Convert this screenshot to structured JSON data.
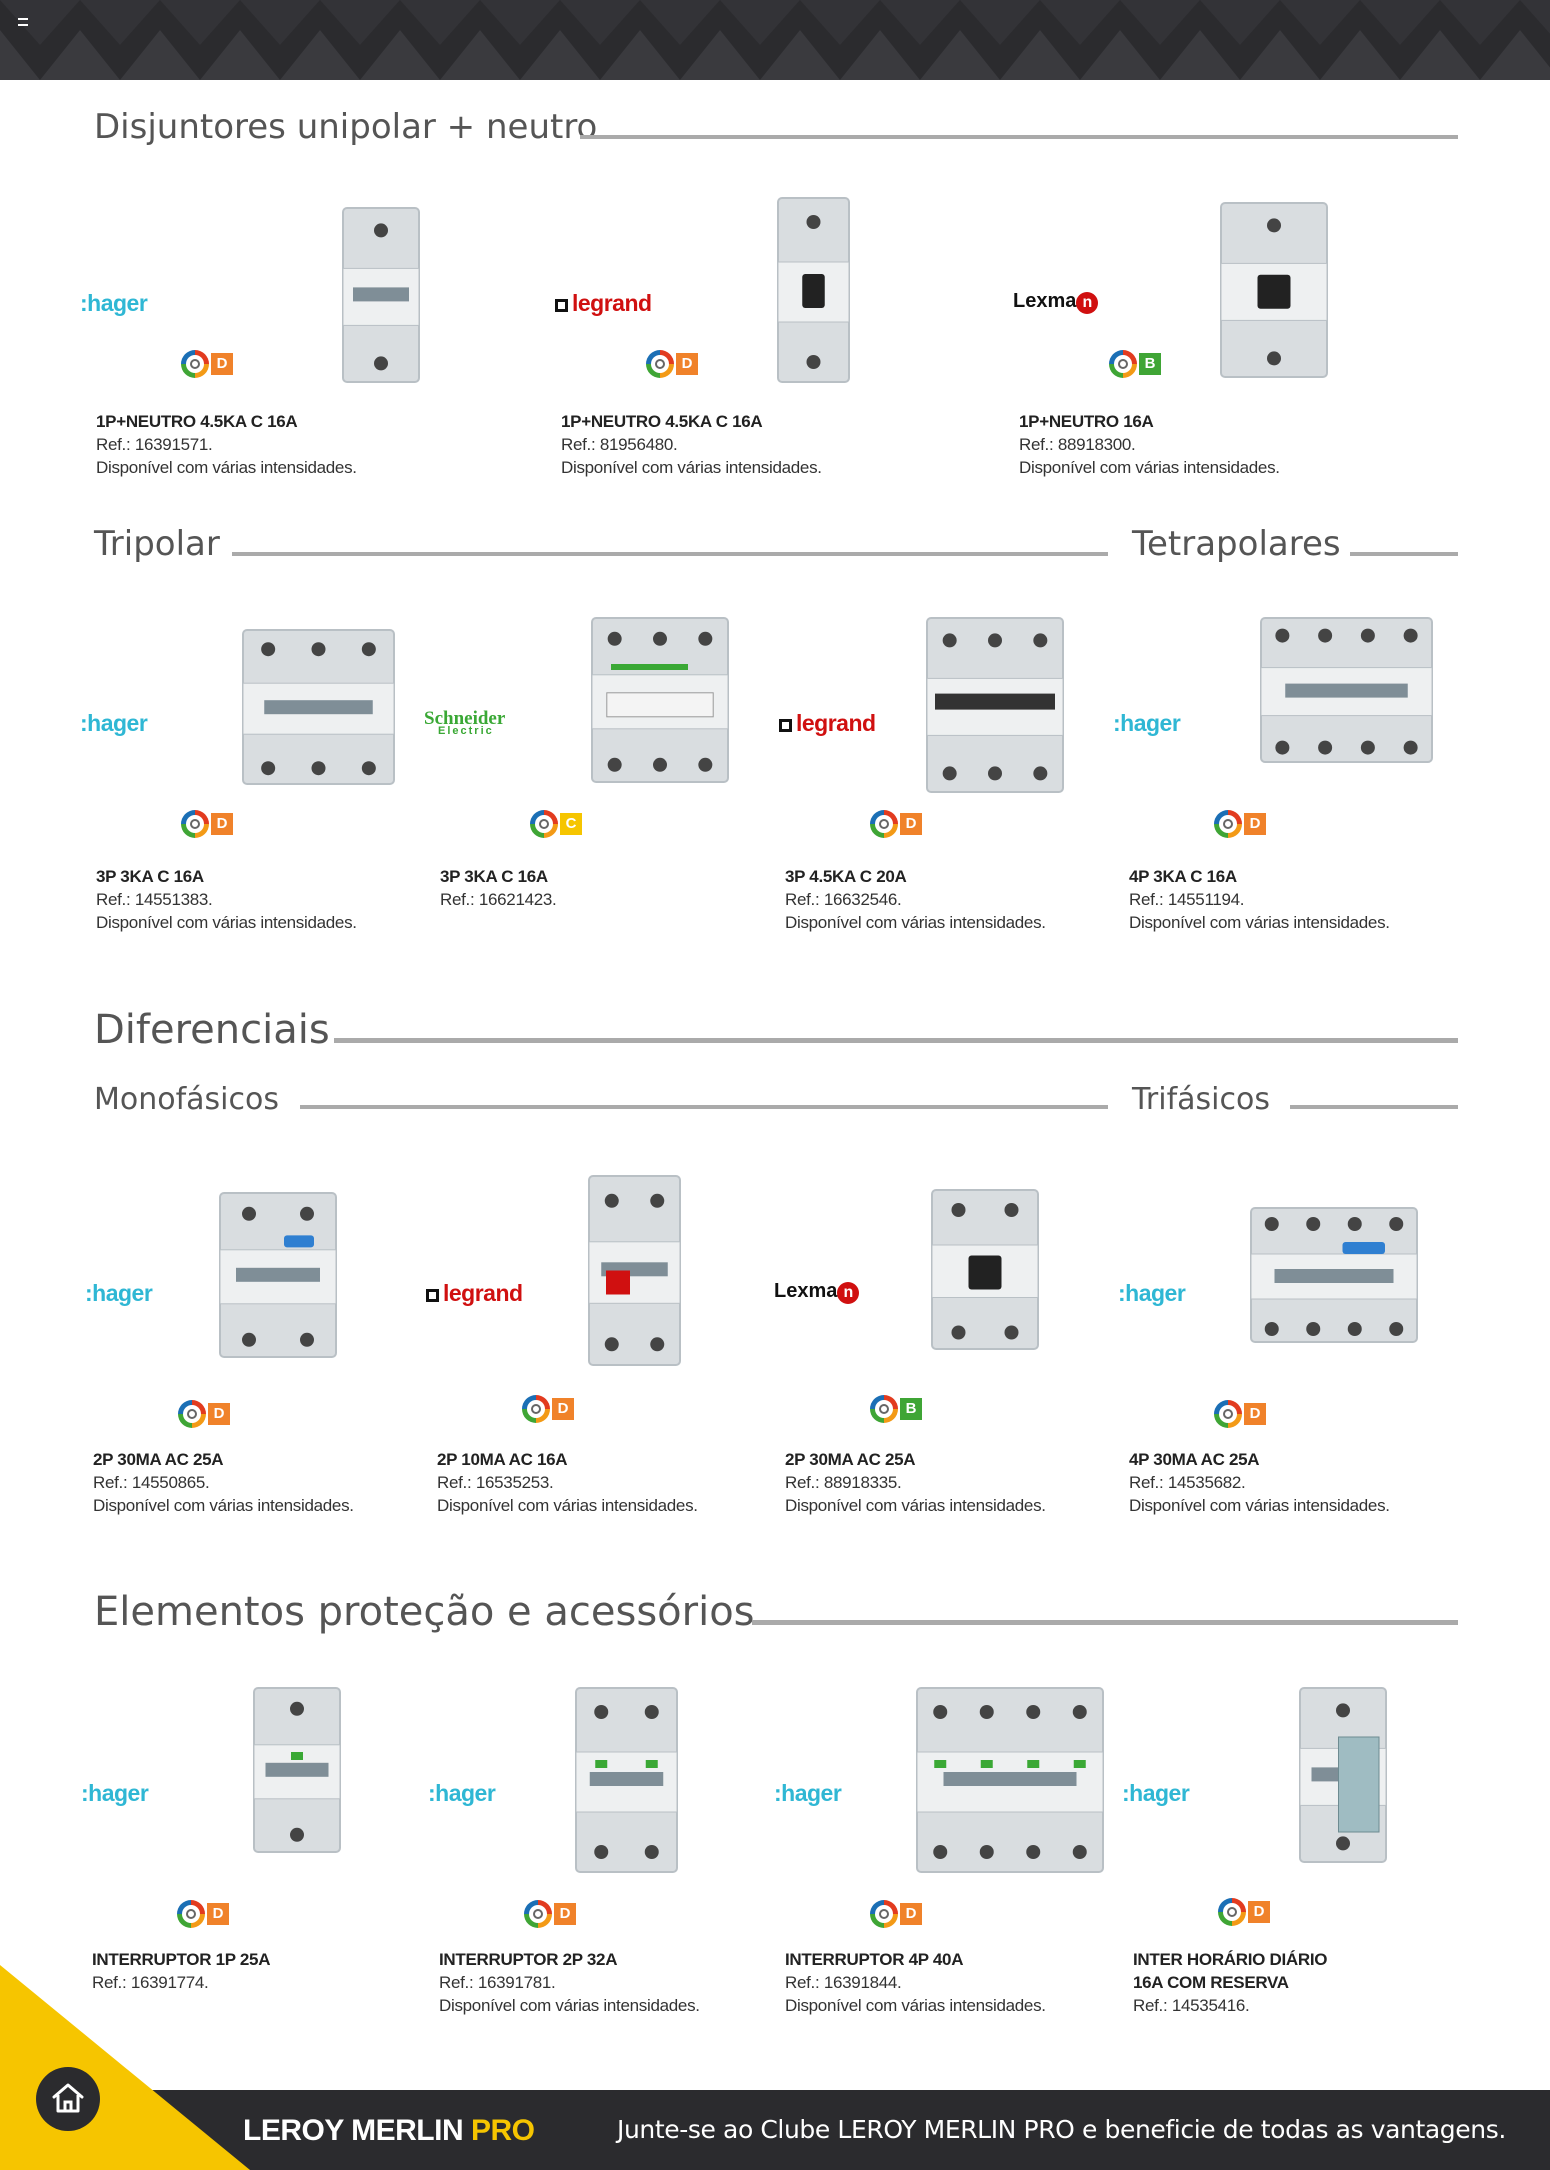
{
  "header": {
    "menu_icon": "menu-icon"
  },
  "sections": {
    "unipolar": "Disjuntores unipolar + neutro",
    "tripolar": "Tripolar",
    "tetrapolares": "Tetrapolares",
    "diferenciais": "Diferenciais",
    "monofasicos": "Monofásicos",
    "trifasicos": "Trifásicos",
    "elementos": "Elementos proteção e acessórios"
  },
  "brand_colors": {
    "hager": "#2fb7d4",
    "legrand": "#d01010",
    "lexman": "#d01010",
    "schneider": "#3aa835",
    "class_D": "#f0822a",
    "class_B": "#3fa535",
    "class_C": "#f6c500"
  },
  "products": [
    {
      "brand": "hager",
      "energy_class": "D",
      "name": "1P+NEUTRO 4.5KA C 16A",
      "ref": "Ref.: 16391571.",
      "availability": "Disponível com várias intensidades."
    },
    {
      "brand": "legrand",
      "energy_class": "D",
      "name": "1P+NEUTRO 4.5KA C 16A",
      "ref": "Ref.: 81956480.",
      "availability": "Disponível com várias intensidades."
    },
    {
      "brand": "Lexman",
      "energy_class": "B",
      "name": "1P+NEUTRO 16A",
      "ref": "Ref.: 88918300.",
      "availability": "Disponível com várias intensidades."
    },
    {
      "brand": "hager",
      "energy_class": "D",
      "name": "3P 3KA C 16A",
      "ref": "Ref.: 14551383.",
      "availability": "Disponível com várias intensidades."
    },
    {
      "brand": "Schneider",
      "energy_class": "C",
      "name": "3P 3KA C 16A",
      "ref": "Ref.: 16621423.",
      "availability": ""
    },
    {
      "brand": "legrand",
      "energy_class": "D",
      "name": "3P 4.5KA C 20A",
      "ref": "Ref.: 16632546.",
      "availability": "Disponível com várias intensidades."
    },
    {
      "brand": "hager",
      "energy_class": "D",
      "name": "4P 3KA C 16A",
      "ref": "Ref.: 14551194.",
      "availability": "Disponível com várias intensidades."
    },
    {
      "brand": "hager",
      "energy_class": "D",
      "name": "2P 30MA AC 25A",
      "ref": "Ref.: 14550865.",
      "availability": "Disponível com várias intensidades."
    },
    {
      "brand": "legrand",
      "energy_class": "D",
      "name": "2P 10MA AC 16A",
      "ref": "Ref.: 16535253.",
      "availability": "Disponível com várias intensidades."
    },
    {
      "brand": "Lexman",
      "energy_class": "B",
      "name": "2P 30MA AC 25A",
      "ref": "Ref.: 88918335.",
      "availability": "Disponível com várias intensidades."
    },
    {
      "brand": "hager",
      "energy_class": "D",
      "name": "4P 30MA AC 25A",
      "ref": "Ref.: 14535682.",
      "availability": "Disponível com várias intensidades."
    },
    {
      "brand": "hager",
      "energy_class": "D",
      "name": "INTERRUPTOR 1P 25A",
      "ref": "Ref.: 16391774.",
      "availability": ""
    },
    {
      "brand": "hager",
      "energy_class": "D",
      "name": "INTERRUPTOR 2P 32A",
      "ref": "Ref.: 16391781.",
      "availability": "Disponível com várias intensidades."
    },
    {
      "brand": "hager",
      "energy_class": "D",
      "name": "INTERRUPTOR 4P 40A",
      "ref": "Ref.: 16391844.",
      "availability": "Disponível com várias intensidades."
    },
    {
      "brand": "hager",
      "energy_class": "D",
      "name": "INTER HORÁRIO DIÁRIO",
      "name2": "16A COM RESERVA",
      "ref": "Ref.: 14535416.",
      "availability": ""
    }
  ],
  "footer": {
    "brand": "LEROY MERLIN",
    "brand_pro": "PRO",
    "tagline": "Junte-se ao Clube LEROY MERLIN PRO e beneficie de todas as vantagens.",
    "home_icon": "home-icon"
  }
}
